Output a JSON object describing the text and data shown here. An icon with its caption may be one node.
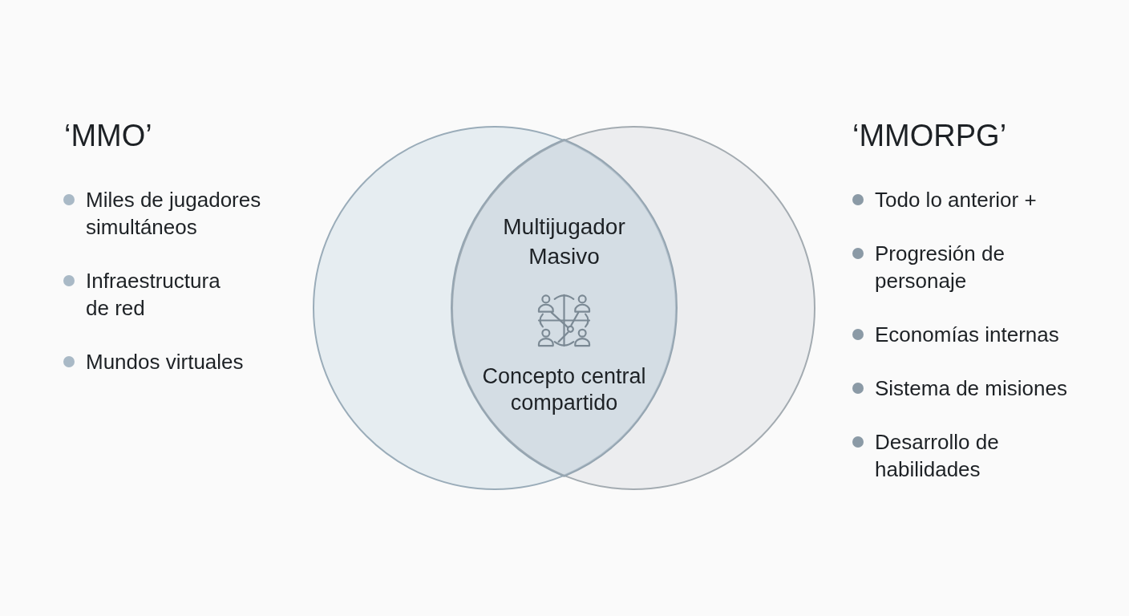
{
  "diagram": {
    "nodes": [
      {
        "text": [
          "‘MMO’"
        ],
        "beside": [
          "Miles de jugadores simultáneos",
          "Infraestructura de red",
          "Mundos virtuales"
        ]
      },
      {
        "text": [
          "‘MMORPG’"
        ],
        "beside": [
          "Todo lo anterior +",
          "Progresión de personaje",
          "Economías internas",
          "Sistema de misiones",
          "Desarrollo de habilidades"
        ]
      },
      {
        "text": [
          "Multijugador Masivo",
          "Concepto central compartido"
        ]
      }
    ]
  }
}
